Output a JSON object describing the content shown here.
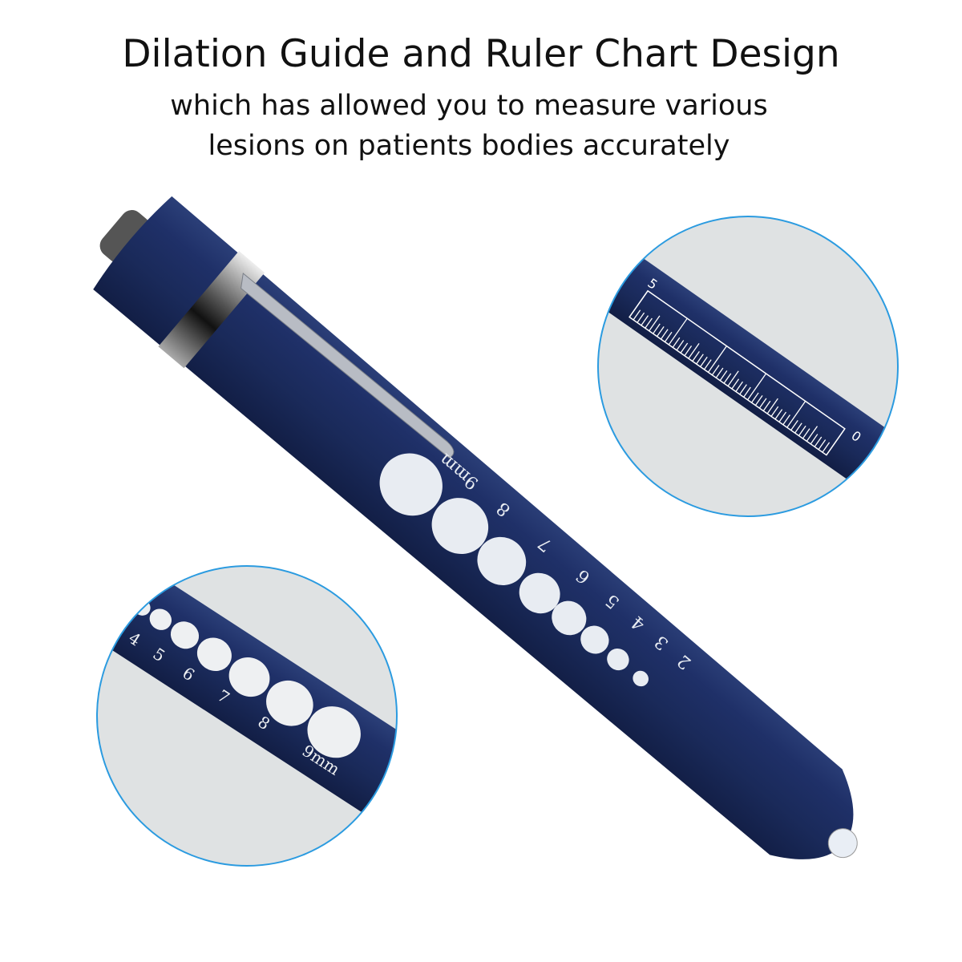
{
  "header": {
    "title": "Dilation Guide and Ruler Chart Design",
    "subtitle_lines": [
      "which has allowed you to measure various",
      "lesions on patients bodies accurately"
    ]
  },
  "product": {
    "body_color": "#1c2d5e",
    "dilation_labels": [
      "2",
      "3",
      "4",
      "5",
      "6",
      "7",
      "8",
      "9mm"
    ],
    "ruler_labels": [
      "5",
      "0"
    ]
  },
  "colors": {
    "inset_border": "#2b9be0",
    "inset_background": "#dfe2e3"
  }
}
